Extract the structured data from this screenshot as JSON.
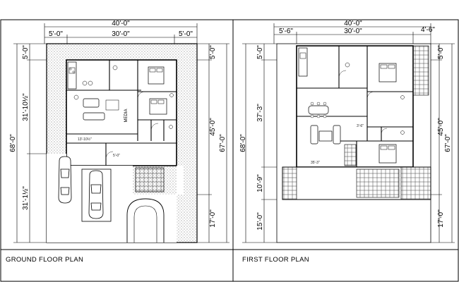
{
  "panels": {
    "ground": {
      "title": "GROUND FLOOR PLAN",
      "overall_width": "40'-0\"",
      "segments_top": [
        "5'-0\"",
        "30'-0\"",
        "5'-0\""
      ],
      "left_overall": "68'-0\"",
      "left_segments": [
        "5'-0\"",
        "31'-10½\"",
        "31'-1½\""
      ],
      "right_overall": "67'-0\"",
      "right_segments": [
        "5'-0\"",
        "45'-0\"",
        "17'-0\""
      ],
      "room_labels": [
        "MEDIA",
        "13'-10½\"",
        "5'-0\""
      ]
    },
    "first": {
      "title": "FIRST FLOOR PLAN",
      "overall_width": "40'-0\"",
      "segments_top": [
        "5'-6\"",
        "30'-0\"",
        "4'-6\""
      ],
      "left_overall": "68'-0\"",
      "left_segments": [
        "5'-0\"",
        "37'-3\"",
        "10'-9\"",
        "15'-0\""
      ],
      "right_overall": "67'-0\"",
      "right_segments": [
        "5'-0\"",
        "45'-0\"",
        "17'-0\""
      ],
      "room_labels": [
        "35'-3\"",
        "3'-6\""
      ]
    }
  },
  "colors": {
    "line": "#000000",
    "paper": "#ffffff",
    "hatch": "#555555"
  }
}
